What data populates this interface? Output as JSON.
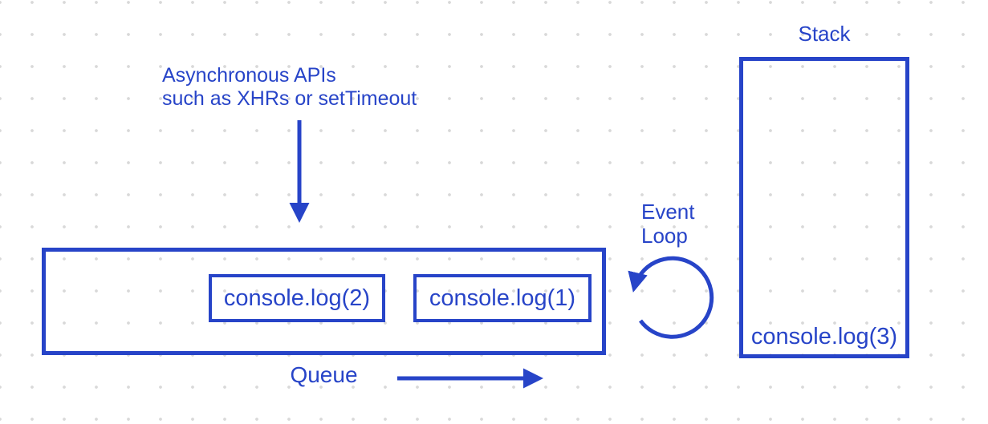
{
  "canvas": {
    "accent_color": "#2744C8",
    "dot_color": "#d9d9d9",
    "background_color": "#ffffff"
  },
  "async_apis": {
    "line1": "Asynchronous APIs",
    "line2": "such as XHRs or setTimeout"
  },
  "queue": {
    "label": "Queue",
    "items": [
      "console.log(2)",
      "console.log(1)"
    ]
  },
  "stack": {
    "label": "Stack",
    "items": [
      "console.log(3)"
    ]
  },
  "event_loop": {
    "line1": "Event",
    "line2": "Loop"
  }
}
